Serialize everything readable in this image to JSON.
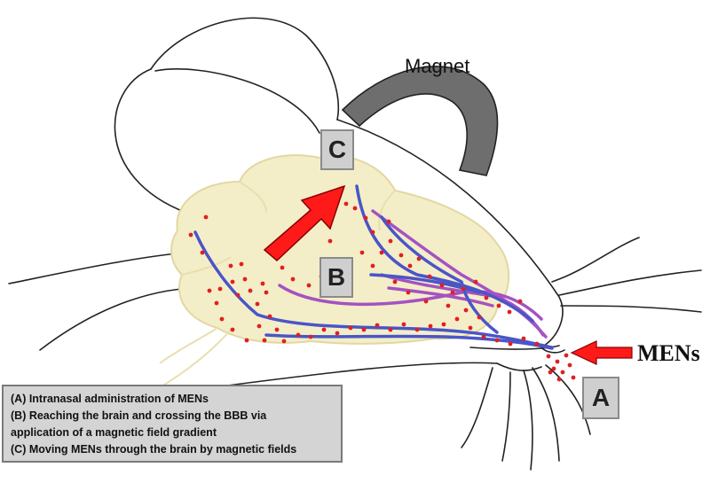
{
  "labels": {
    "magnet": "Magnet",
    "mens": "MENs",
    "a": "A",
    "b": "B",
    "c": "C"
  },
  "legend": {
    "line_a": "(A) Intranasal administration of MENs",
    "line_b1": "(B) Reaching the brain and crossing the BBB via",
    "line_b2": "application of a magnetic field gradient",
    "line_c": "(C) Moving MENs through the brain by magnetic fields"
  },
  "colors": {
    "brain_fill": "#f4eec8",
    "brain_edge": "#e2d7a2",
    "nerve_blue": "#4a55c8",
    "nerve_purple": "#a552c2",
    "particles": "#e02020",
    "arrow": "#ff1a1a",
    "magnet": "#6e6e6e",
    "outline": "#222222"
  }
}
